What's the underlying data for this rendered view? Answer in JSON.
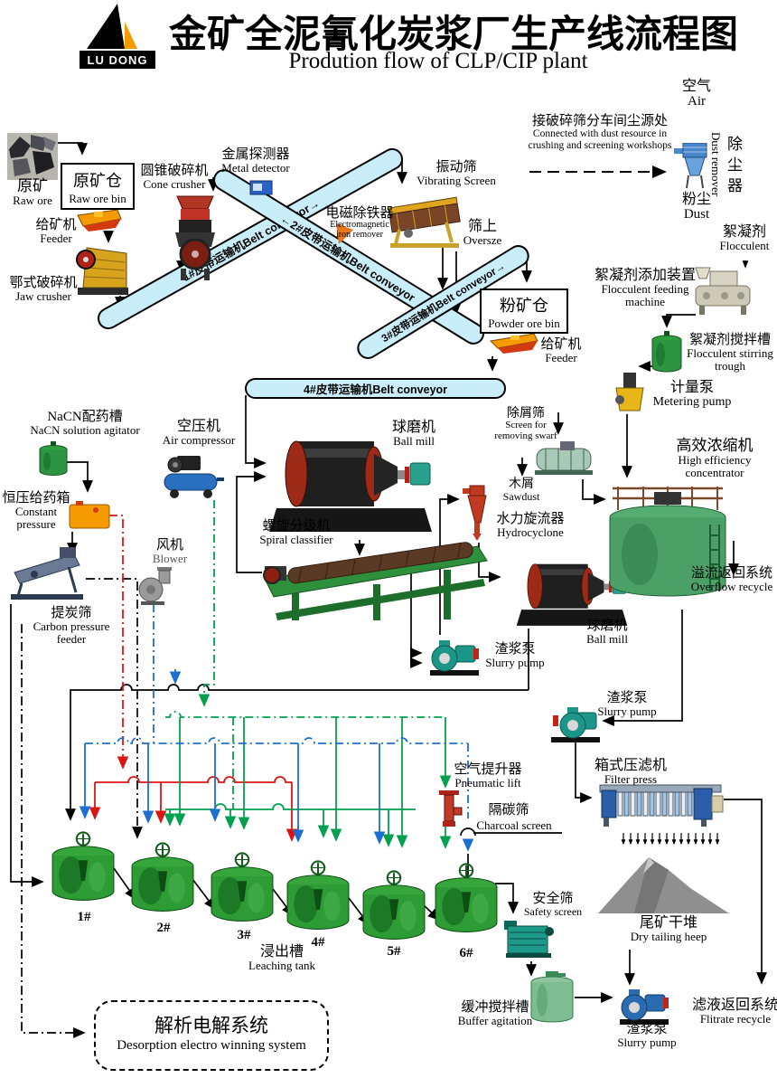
{
  "header": {
    "logo": "LU DONG",
    "title_zh": "金矿全泥氰化炭浆厂生产线流程图",
    "title_en": "Prodution flow of  CLP/CIP  plant"
  },
  "belts": {
    "b1": "1#皮带运输机Belt conveyor→",
    "b2": "←2#皮带运输机Belt conveyor",
    "b3": "3#皮带运输机Belt conveyor→",
    "b4": "4#皮带运输机Belt conveyor"
  },
  "tanks": [
    "1#",
    "2#",
    "3#",
    "4#",
    "5#",
    "6#"
  ],
  "labels": {
    "raw_ore": {
      "zh": "原矿",
      "en": "Raw ore"
    },
    "raw_ore_bin": {
      "zh": "原矿仓",
      "en": "Raw ore bin"
    },
    "feeder1": {
      "zh": "给矿机",
      "en": "Feeder"
    },
    "jaw_crusher": {
      "zh": "鄂式破碎机",
      "en": "Jaw crusher"
    },
    "cone_crusher": {
      "zh": "圆锥破碎机",
      "en": "Cone crusher"
    },
    "metal_detector": {
      "zh": "金属探测器",
      "en": "Metal detector"
    },
    "em_remover": {
      "zh": "电磁除铁器",
      "en": "Electromagnetic iron remover"
    },
    "vibrating_screen": {
      "zh": "振动筛",
      "en": "Vibrating  Screen"
    },
    "oversize": {
      "zh": "筛上",
      "en": "Oversze"
    },
    "powder_ore_bin": {
      "zh": "粉矿仓",
      "en": "Powder ore bin"
    },
    "feeder2": {
      "zh": "给矿机",
      "en": "Feeder"
    },
    "dust_source": {
      "zh": "接破碎筛分车间尘源处",
      "en1": "Connected with dust resource in",
      "en2": "crushing and screening workshops"
    },
    "air": {
      "zh": "空气",
      "en": "Air"
    },
    "dust_remover": {
      "zh": "除尘器",
      "en": "Dust remover"
    },
    "dust": {
      "zh": "粉尘",
      "en": "Dust"
    },
    "flocculent": {
      "zh": "絮凝剂",
      "en": "Flocculent"
    },
    "floc_feeding": {
      "zh": "絮凝剂添加装置",
      "en": "Flocculent feeding machine"
    },
    "floc_trough": {
      "zh": "絮凝剂搅拌槽",
      "en": "Flocculent stirring trough"
    },
    "metering_pump": {
      "zh": "计量泵",
      "en": "Metering pump"
    },
    "nacn": {
      "zh": "NaCN配药槽",
      "en": "NaCN solution agitator"
    },
    "air_compressor": {
      "zh": "空压机",
      "en": "Air compressor"
    },
    "constant_pressure": {
      "zh": "恒压给药箱",
      "en": "Constant pressure"
    },
    "blower": {
      "zh": "风机",
      "en": "Blower"
    },
    "carbon_feeder": {
      "zh": "提炭筛",
      "en": "Carbon pressure feeder"
    },
    "ball_mill1": {
      "zh": "球磨机",
      "en": "Ball  mill"
    },
    "ball_mill2": {
      "zh": "球磨机",
      "en": "Ball  mill"
    },
    "spiral_classifier": {
      "zh": "螺旋分级机",
      "en": "Spiral classifier"
    },
    "swarf_screen": {
      "zh": "除屑筛",
      "en": "Screen for removing swarf"
    },
    "sawdust": {
      "zh": "木屑",
      "en": "Sawdust"
    },
    "hydrocyclone": {
      "zh": "水力旋流器",
      "en": "Hydrocyclone"
    },
    "concentrator": {
      "zh": "高效浓缩机",
      "en": "High efficiency concentrator"
    },
    "overflow_recycle": {
      "zh": "溢流返回系统",
      "en": "Overflow recycle"
    },
    "slurry_pump1": {
      "zh": "渣浆泵",
      "en": "Slurry pump"
    },
    "slurry_pump2": {
      "zh": "渣浆泵",
      "en": "Slurry pump"
    },
    "slurry_pump3": {
      "zh": "渣浆泵",
      "en": "Slurry pump"
    },
    "pneumatic_lift": {
      "zh": "空气提升器",
      "en": "Pneumatic lift"
    },
    "charcoal_screen": {
      "zh": "隔碳筛",
      "en": "Charcoal screen"
    },
    "filter_press": {
      "zh": "箱式压滤机",
      "en": "Filter press"
    },
    "dry_heap": {
      "zh": "尾矿干堆",
      "en": "Dry tailing heep"
    },
    "flitrate_recycle": {
      "zh": "滤液返回系统",
      "en": "Flitrate recycle"
    },
    "safety_screen": {
      "zh": "安全筛",
      "en": "Safety screen"
    },
    "buffer_agitation": {
      "zh": "缓冲搅拌槽",
      "en": "Buffer agitation"
    },
    "leaching_tank": {
      "zh": "浸出槽",
      "en": "Leaching tank"
    },
    "desorption": {
      "zh": "解析电解系统",
      "en": "Desorption electro winning system"
    }
  },
  "colors": {
    "belt": "#c9eef9",
    "line_red": "#dd1512",
    "line_green": "#00a14e",
    "line_blue": "#1c6fd2",
    "tank_green": "#2d9c34",
    "accent_orange": "#f59a00"
  }
}
